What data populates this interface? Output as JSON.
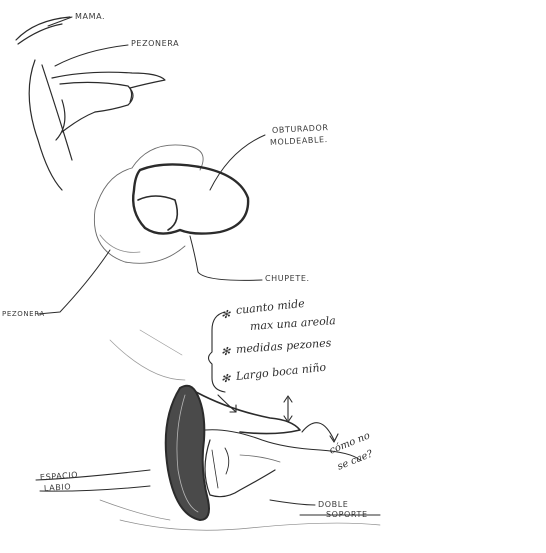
{
  "labels": {
    "mama": "MAMA.",
    "pezonera": "PEZONERA",
    "obturador": "OBTURADOR",
    "moldeable": "MOLDEABLE.",
    "chupete": "CHUPETE.",
    "pezonera_left": "PEZONERA",
    "espacio": "ESPACIO",
    "labio": "LABIO",
    "doble": "DOBLE",
    "soporte": "SOPORTE"
  },
  "notes": {
    "n1_line1": "cuanto mide",
    "n1_line2": "max una areola",
    "n2": "medidas pezones",
    "n3": "Largo boca niño",
    "question_line1": "cómo no",
    "question_line2": "se cae?"
  },
  "colors": {
    "ink": "#2b2b2b",
    "paper": "#ffffff"
  }
}
